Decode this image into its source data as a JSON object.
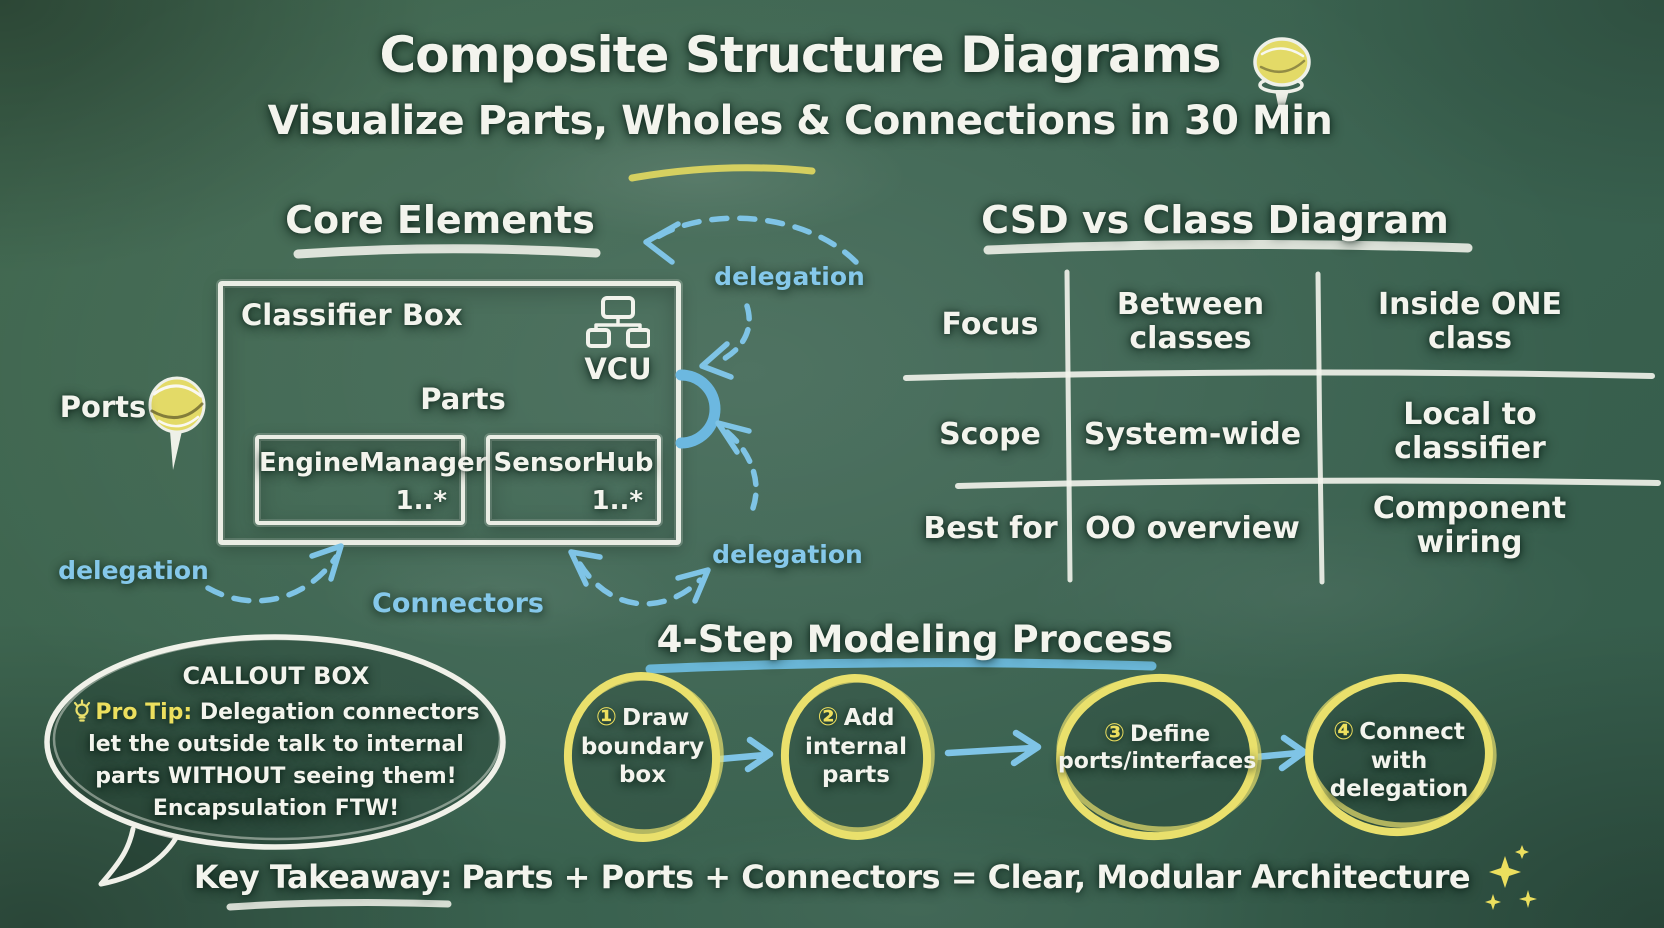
{
  "colors": {
    "board_green": "#3b6350",
    "chalk_white": "#f3f4ed",
    "chalk_blue": "#85c8ea",
    "chalk_yellow": "#ecdf5e"
  },
  "title": {
    "main": "Composite Structure Diagrams",
    "subtitle": "Visualize Parts, Wholes & Connections in 30 Min",
    "pin_icon": "pushpin"
  },
  "core_elements": {
    "heading": "Core Elements",
    "classifier_box_label": "Classifier Box",
    "vcu_icon": "sitemap",
    "vcu_label": "VCU",
    "parts_label": "Parts",
    "ports_label": "Ports",
    "ports_pin_icon": "pushpin",
    "connectors_label": "Connectors",
    "delegation_labels": [
      "delegation",
      "delegation",
      "delegation"
    ],
    "parts": [
      {
        "name": "EngineManager",
        "multiplicity": "1..*"
      },
      {
        "name": "SensorHub",
        "multiplicity": "1..*"
      }
    ]
  },
  "comparison_table": {
    "heading": "CSD vs Class Diagram",
    "rows": [
      {
        "aspect": "Focus",
        "class_diagram": "Between classes",
        "csd": "Inside ONE class"
      },
      {
        "aspect": "Scope",
        "class_diagram": "System-wide",
        "csd": "Local to classifier"
      },
      {
        "aspect": "Best for",
        "class_diagram": "OO overview",
        "csd": "Component wiring"
      }
    ]
  },
  "process": {
    "heading": "4-Step Modeling Process",
    "steps": [
      {
        "number": "①",
        "label": "Draw boundary box"
      },
      {
        "number": "②",
        "label": "Add internal parts"
      },
      {
        "number": "③",
        "label": "Define ports/interfaces"
      },
      {
        "number": "④",
        "label": "Connect with delegation"
      }
    ]
  },
  "callout": {
    "title": "CALLOUT BOX",
    "tip_icon": "lightbulb",
    "tip_label": "Pro Tip:",
    "tip_text": "Delegation connectors let the outside talk to internal parts WITHOUT seeing them!",
    "closing": "Encapsulation FTW!"
  },
  "takeaway": {
    "prefix": "Key Takeaway:",
    "text": "Parts + Ports + Connectors = Clear, Modular Architecture",
    "sparkle_icon": "sparkles"
  }
}
